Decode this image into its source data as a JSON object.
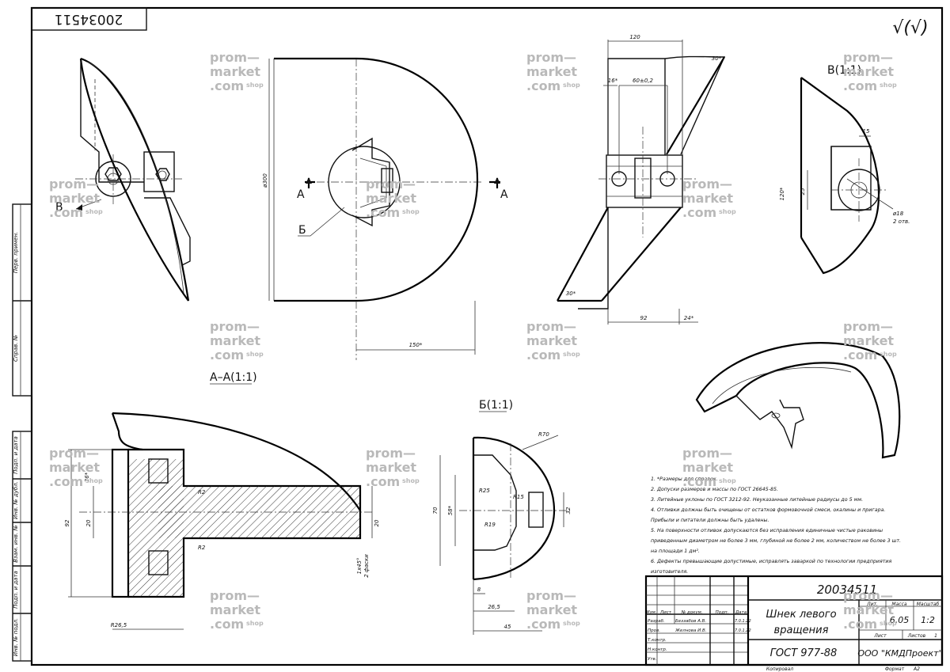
{
  "document": {
    "number": "20034511",
    "roughness": "√(√)",
    "part_name_line1": "Шнек левого",
    "part_name_line2": "вращения",
    "material": "ГОСТ 977-88",
    "company": "ООО \"КМДПроект\"",
    "mass": "6,05",
    "scale": "1:2",
    "sheet_label": "Лист",
    "sheets_label": "Листов",
    "sheets_value": "1",
    "copied_label": "Копировал",
    "format_label": "Формат",
    "format_value": "А2",
    "header_lit": "Лит.",
    "header_mass": "Масса",
    "header_scale": "Масштаб"
  },
  "title_block": {
    "col_headers": [
      "Изм.",
      "Лист",
      "№ докум.",
      "Подп.",
      "Дата"
    ],
    "rows": [
      {
        "role": "Разраб.",
        "name": "Беззабов А.В.",
        "date": "7.0.1.22"
      },
      {
        "role": "Пров.",
        "name": "Желнова И.В.",
        "date": "7.0.1.22"
      },
      {
        "role": "Т.контр.",
        "name": "",
        "date": ""
      },
      {
        "role": "Н.контр.",
        "name": "",
        "date": ""
      },
      {
        "role": "Утв.",
        "name": "",
        "date": ""
      }
    ]
  },
  "side_strips": [
    "Перв. примен.",
    "Справ. №",
    "Подп. и дата",
    "Инв. № дубл.",
    "Взам. инв. №",
    "Подп. и дата",
    "Инв. № подл."
  ],
  "views": {
    "section_aa": "А–А(1:1)",
    "detail_b": "Б(1:1)",
    "view_v": "В(1:1)",
    "label_a": "А",
    "label_b": "Б",
    "label_v": "В"
  },
  "dimensions": {
    "d300": "ø300",
    "d150": "150*",
    "d120": "120",
    "d16": "16*",
    "d60": "60±0,2",
    "d30top": "30*",
    "d30bot": "30*",
    "d92": "92",
    "d24": "24*",
    "v15": "15",
    "v25": "25",
    "v120": "120*",
    "v18": "ø18",
    "v18b": "2 отв.",
    "s92": "92",
    "s36": "36*",
    "s20": "20",
    "sR2a": "R2",
    "sR2b": "R2",
    "s20r": "20",
    "s1x45": "1х45°",
    "s2f": "2 фаски",
    "sR26": "R26,5",
    "bR70": "R70",
    "b70": "70",
    "b58": "58*",
    "bR25": "R25",
    "bR15": "R15",
    "bR19": "R19",
    "b32": "32",
    "b8": "8",
    "b26": "26,5",
    "b45": "45"
  },
  "notes": [
    "1. *Размеры для справок.",
    "2. Допуски размеров и массы по ГОСТ 26645-85.",
    "3. Литейные уклоны по ГОСТ 3212-92. Неуказанные литейные радиусы до 5 мм.",
    "4. Отливки должны быть очищены от остатков формовочной смеси, окалины и пригара.",
    "Прибыли и питатели должны быть удалены.",
    "5. На поверхности отливок допускаются без исправления единичные чистые раковины",
    "приведенным диаметром не более 3 мм, глубиной не более 2 мм, количеством не более 3 шт.",
    "на площади 1 дм².",
    "6. Дефекты превышающие допустимые, исправлять заваркой по технологии предприятия",
    "изготовителя."
  ],
  "watermark": {
    "line1": "prom—",
    "line2": "market",
    "line3": ".com",
    "small": "shop"
  }
}
